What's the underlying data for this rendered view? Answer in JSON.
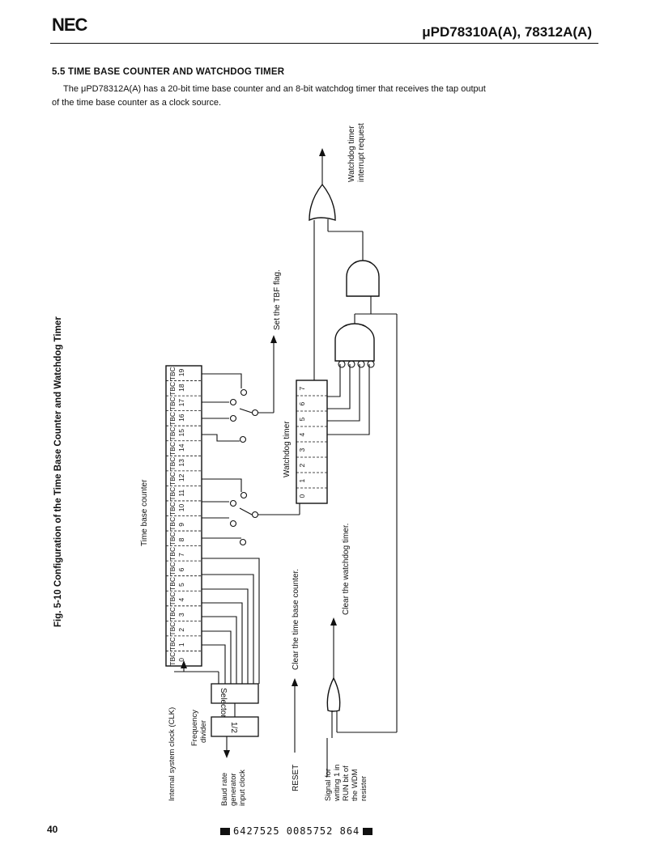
{
  "header": {
    "logo": "NEC",
    "part_number": "μPD78310A(A), 78312A(A)"
  },
  "section": {
    "title": "5.5  TIME BASE COUNTER AND WATCHDOG TIMER",
    "body_line1": "The μPD78312A(A) has a 20-bit time base counter and an 8-bit watchdog timer that receives the tap output",
    "body_line2": "of the time base counter as a clock source."
  },
  "figure": {
    "caption": "Fig. 5-10  Configuration of the Time Base Counter and Watchdog Timer",
    "tbc_title": "Time base counter",
    "tbc_cell_prefix": "TBC",
    "tbc_bits": [
      "0",
      "1",
      "2",
      "3",
      "4",
      "5",
      "6",
      "7",
      "8",
      "9",
      "10",
      "11",
      "12",
      "13",
      "14",
      "15",
      "16",
      "17",
      "18",
      "19"
    ],
    "wdt_title": "Watchdog timer",
    "wdt_bits": [
      "0",
      "1",
      "2",
      "3",
      "4",
      "5",
      "6",
      "7"
    ],
    "selector_label": "Selector",
    "divider_label": "1/2",
    "labels": {
      "clk": "Internal system clock (CLK)",
      "freq_divider_1": "Frequency",
      "freq_divider_2": "divider",
      "baud_1": "Baud rate",
      "baud_2": "generator",
      "baud_3": "input clock",
      "reset": "RESET",
      "signal_1": "Signal for",
      "signal_2": "writing 1 in",
      "signal_3": "RUN bit of",
      "signal_4": "the WDM",
      "signal_5": "resister",
      "clear_tbc": "Clear the time base counter.",
      "clear_wdt": "Clear the watchdog timer.",
      "tbf": "Set the TBF flag.",
      "wdt_int_1": "Watchdog timer",
      "wdt_int_2": "interrupt request"
    }
  },
  "footer": {
    "page_number": "40",
    "barcode_text": "6427525 0085752 864"
  }
}
